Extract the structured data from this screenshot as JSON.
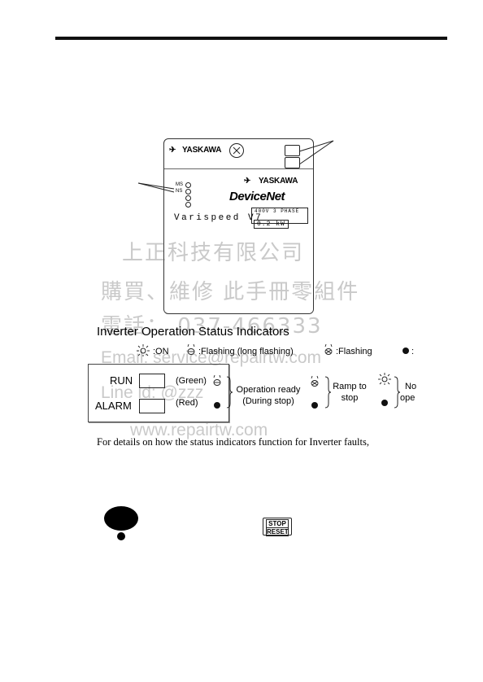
{
  "inverter": {
    "brand_top": "YASKAWA",
    "brand_inner": "YASKAWA",
    "led_labels": [
      "MS",
      "NS"
    ],
    "devicenet": "DeviceNet",
    "nameplate_line1": "400V 3 PHASE",
    "nameplate_line2": "0.2 kW",
    "model": "Varispeed V7"
  },
  "watermark": {
    "line1": "上正科技有限公司",
    "line2": "購買、維修 此手冊零組件",
    "line3": "電話： 037-466333",
    "line4": "Email: service@repairtw.com",
    "line5": "Line id: @zzz",
    "line6": "www.repairtw.com"
  },
  "section_heading": "Inverter Operation Status Indicators",
  "legend": {
    "on": ":ON",
    "flash_long": ":Flashing (long flashing)",
    "flash": ":Flashing",
    "off": ":"
  },
  "panel": {
    "run_label": "RUN",
    "alarm_label": "ALARM"
  },
  "status": {
    "green": "(Green)",
    "red": "(Red)",
    "op_ready_1": "Operation ready",
    "op_ready_2": "(During stop)",
    "ramp_1": "Ramp to",
    "ramp_2": "stop",
    "normal_1": "No",
    "normal_2": "ope"
  },
  "details_text": "For details on how the status indicators function for Inverter faults,",
  "stop_key": {
    "line1": "STOP",
    "line2": "RESET"
  }
}
